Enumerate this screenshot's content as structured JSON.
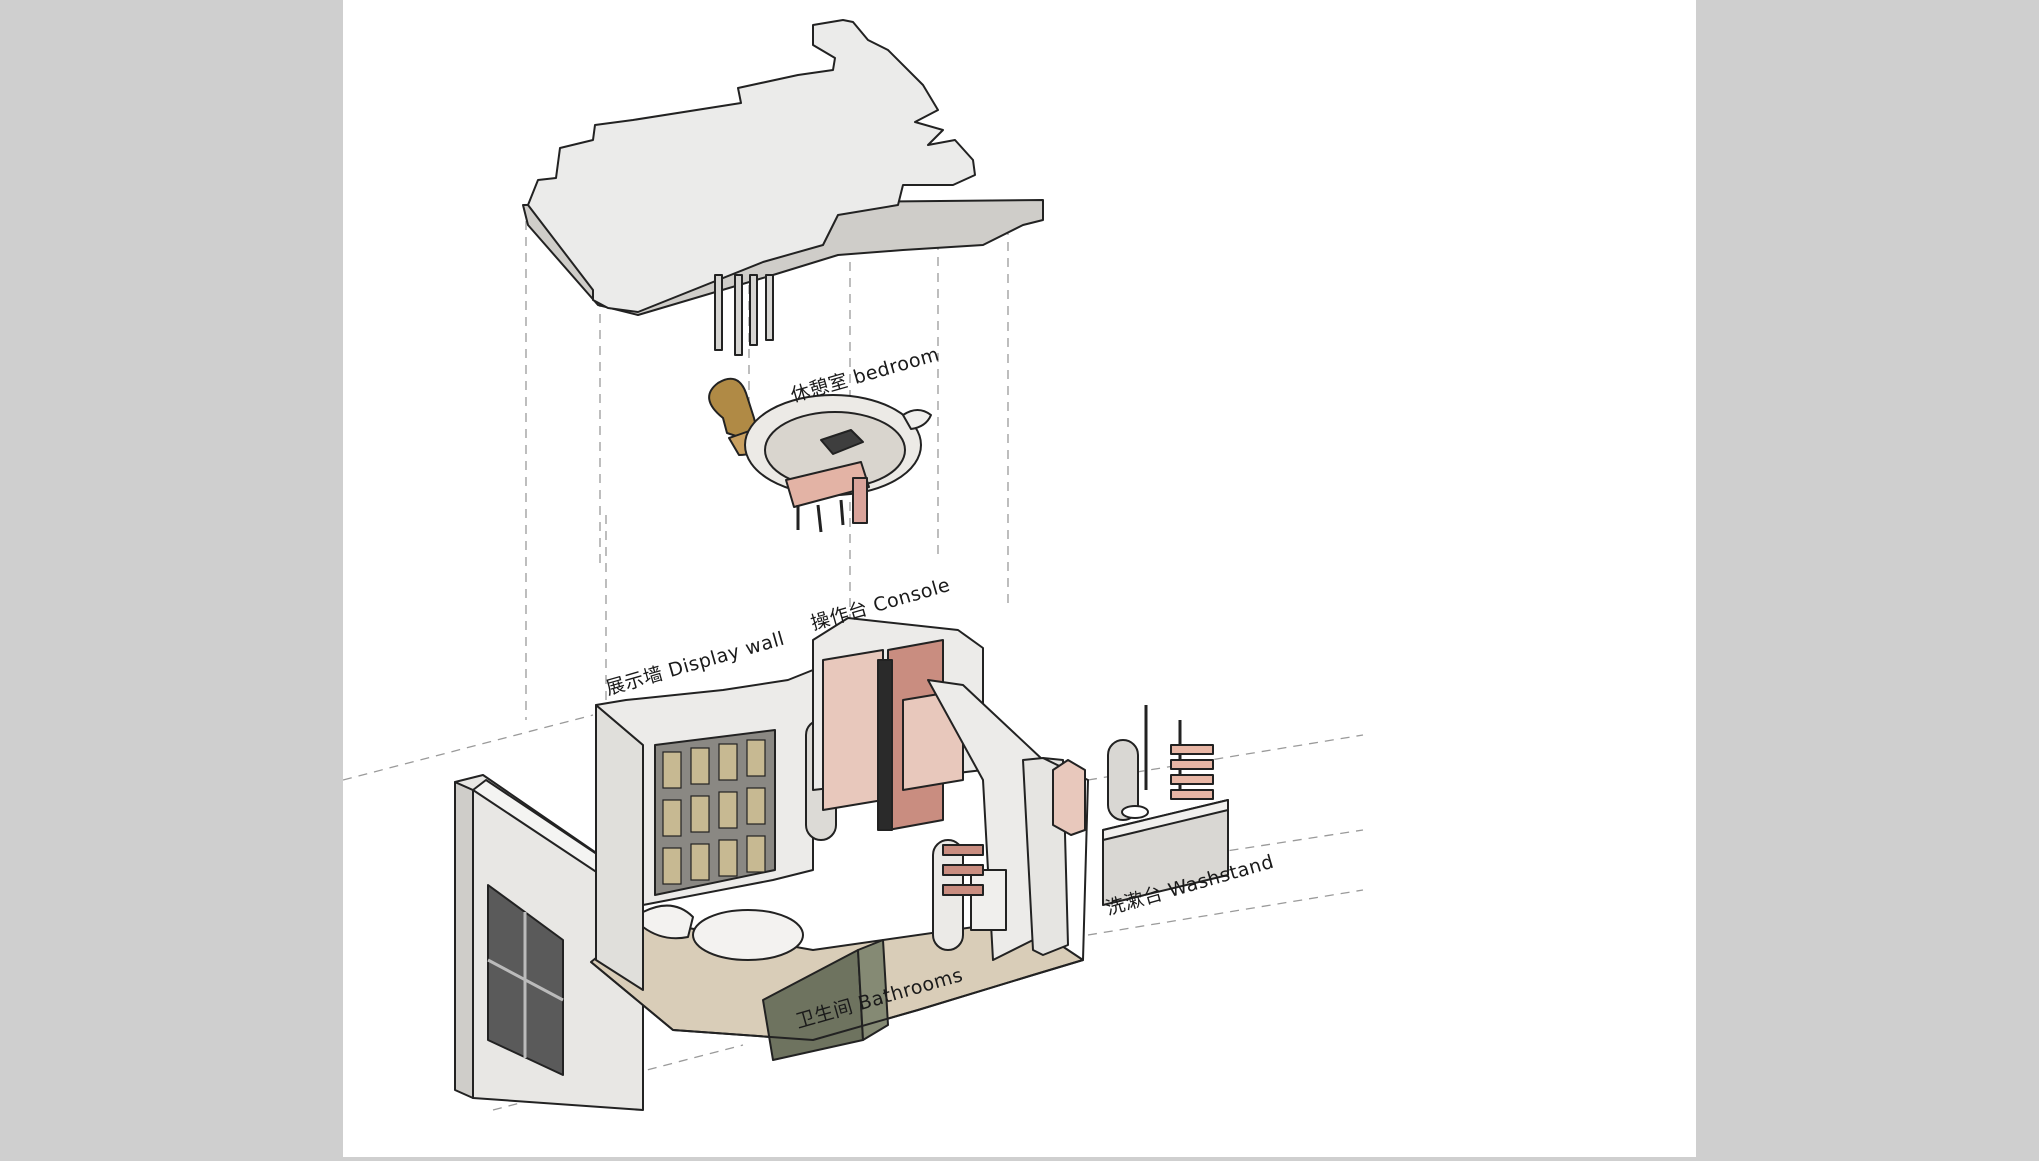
{
  "labels": {
    "bedroom": "休憩室 bedroom",
    "console": "操作台 Console",
    "display_wall": "展示墙 Display wall",
    "bathrooms": "卫生间 Bathrooms",
    "washstand": "洗漱台 Washstand"
  },
  "colors": {
    "page_margin": "#cfcfcf",
    "panel_bg": "#ffffff",
    "wall": "#e8e7e4",
    "wall_side": "#cfcdc9",
    "pink_marble": "#e8c8bc",
    "terracotta": "#c98d80",
    "olive_partition": "#6e735f",
    "wood_floor": "#d9cdb8",
    "mustard_chair": "#b08a45",
    "outline": "#222222"
  }
}
